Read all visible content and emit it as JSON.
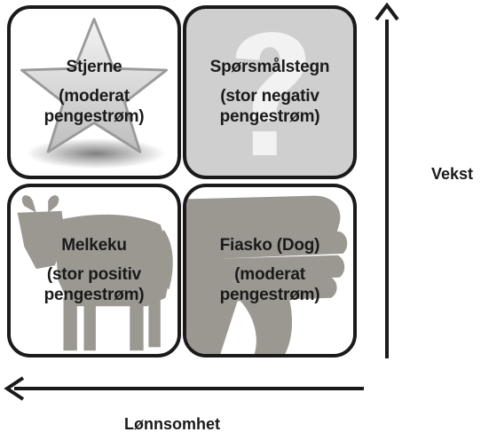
{
  "quadrants": {
    "star": {
      "title": "Stjerne",
      "line1": "(moderat",
      "line2": "pengestrøm)",
      "icon": "star-icon"
    },
    "question": {
      "title": "Spørsmålstegn",
      "line1": "(stor negativ",
      "line2": "pengestrøm)",
      "icon": "question-mark-icon"
    },
    "cow": {
      "title": "Melkeku",
      "line1": "(stor positiv",
      "line2": "pengestrøm)",
      "icon": "cow-icon"
    },
    "dog": {
      "title": "Fiasko (Dog)",
      "line1": "(moderat",
      "line2": "pengestrøm)",
      "icon": "thumbs-down-icon"
    }
  },
  "axes": {
    "vertical_label": "Vekst",
    "horizontal_label": "Lønnsomhet"
  },
  "colors": {
    "border": "#1a1a1a",
    "icon_gray": "#9a9890",
    "question_bg": "#cfcfcf"
  }
}
